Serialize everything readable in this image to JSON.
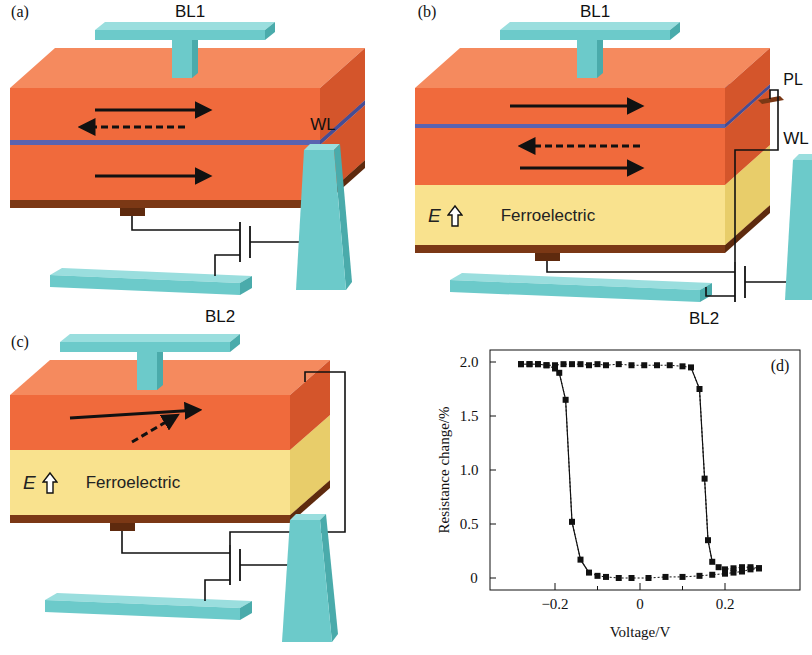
{
  "diagram": {
    "nodes": [
      {
        "text": [
          "E",
          "Ferroelectric"
        ]
      },
      {
        "text": [
          "E",
          "Ferroelectric"
        ]
      }
    ],
    "labels": [
      "(a)",
      "BL1",
      "WL",
      "BL2",
      "(b)",
      "BL1",
      "PL",
      "WL",
      "BL2",
      "(c)",
      "(d)",
      "2.0",
      "1.5",
      "1.0",
      "0.5",
      "0",
      "−0.2",
      "0",
      "0.2",
      "Resistance change/%",
      "Voltage/V"
    ]
  }
}
